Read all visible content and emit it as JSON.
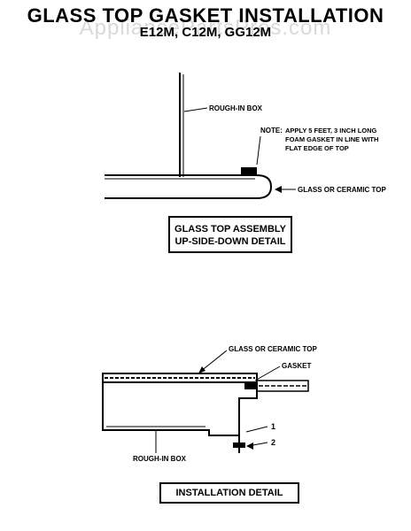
{
  "header": {
    "title": "GLASS TOP GASKET INSTALLATION",
    "models": "E12M, C12M, GG12M",
    "watermark": "AppliancePartsPros.com"
  },
  "detail1": {
    "rough_in_box": "ROUGH-IN BOX",
    "note_label": "NOTE:",
    "note_lines": [
      "APPLY 5 FEET, 3 INCH LONG",
      "FOAM GASKET IN LINE WITH",
      "FLAT EDGE OF TOP"
    ],
    "glass_top": "GLASS OR CERAMIC TOP",
    "caption_lines": [
      "GLASS TOP ASSEMBLY",
      "UP-SIDE-DOWN DETAIL"
    ]
  },
  "detail2": {
    "glass_top": "GLASS OR CERAMIC TOP",
    "gasket": "GASKET",
    "callout_1": "1",
    "callout_2": "2",
    "rough_in_box": "ROUGH-IN BOX",
    "caption": "INSTALLATION DETAIL"
  }
}
